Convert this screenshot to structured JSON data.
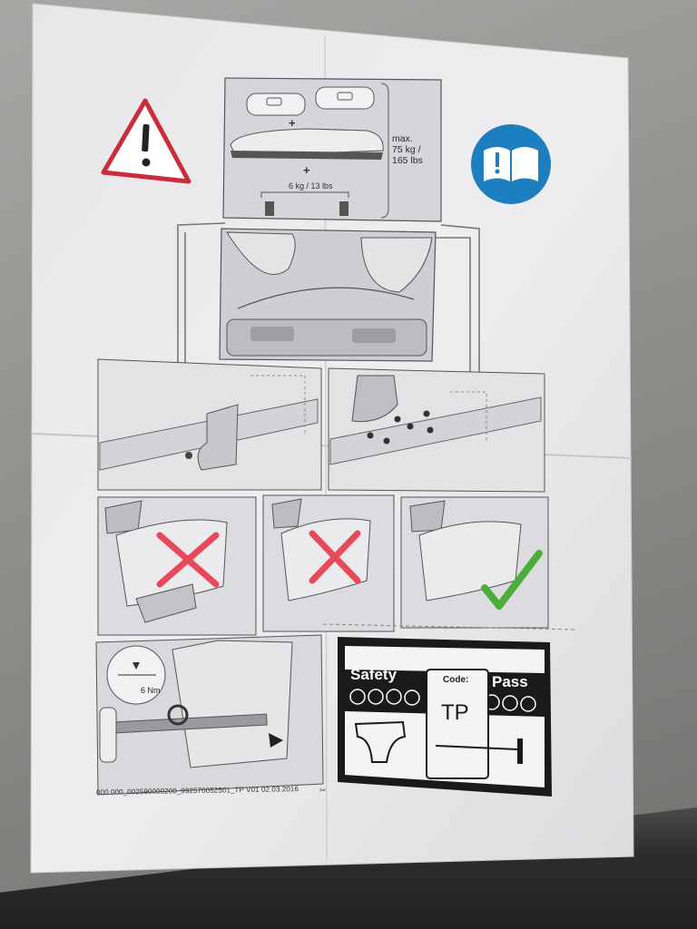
{
  "document": {
    "weight_limit": [
      "max.",
      "75 kg /",
      "165 lbs"
    ],
    "accessory_weight": "6 kg / 13 lbs",
    "torque": "6 Nm",
    "doc_code": "000 000_002590000200_992570052501_TP V01 02.03.2016"
  },
  "safety_pass": {
    "safety": "Safety",
    "pass": "Pass",
    "code_label": "Code:",
    "code_value": "TP"
  },
  "icons": [
    "warning-triangle-icon",
    "read-manual-icon",
    "cross-icon",
    "checkmark-icon"
  ],
  "colors": {
    "warning_red": "#cc2b3a",
    "manual_blue": "#1e7fc0",
    "cross_red": "#e8485a",
    "check_green": "#4cae3a",
    "badge_black": "#1a1a1a"
  }
}
